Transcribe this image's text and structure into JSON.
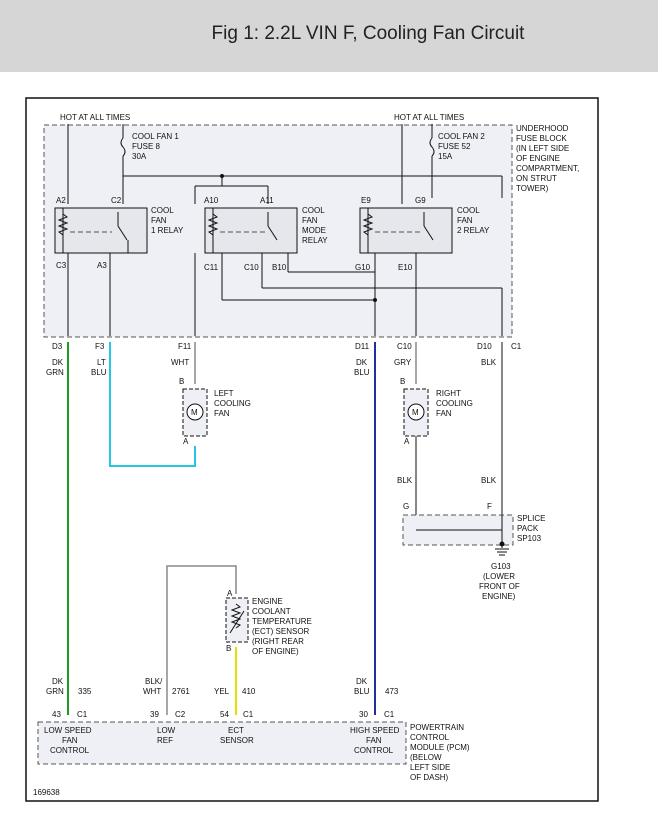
{
  "title": "Fig 1: 2.2L VIN F, Cooling Fan Circuit",
  "figure_number": "169638",
  "hot_labels": [
    "HOT AT ALL TIMES",
    "HOT AT ALL TIMES"
  ],
  "fuses": [
    {
      "lines": [
        "COOL FAN 1",
        "FUSE 8",
        "30A"
      ]
    },
    {
      "lines": [
        "COOL FAN 2",
        "FUSE 52",
        "15A"
      ]
    }
  ],
  "fuse_block_label": [
    "UNDERHOOD",
    "FUSE BLOCK",
    "(IN LEFT SIDE",
    "OF ENGINE",
    "COMPARTMENT,",
    "ON STRUT",
    "TOWER)"
  ],
  "relays": [
    {
      "lines": [
        "COOL",
        "FAN",
        "1 RELAY"
      ],
      "top_pins": [
        "A2",
        "C2"
      ],
      "bottom_pins": [
        "C3",
        "A3"
      ]
    },
    {
      "lines": [
        "COOL",
        "FAN",
        "MODE",
        "RELAY"
      ],
      "top_pins": [
        "A10",
        "A11"
      ],
      "bottom_pins": [
        "C11",
        "C10",
        "B10"
      ]
    },
    {
      "lines": [
        "COOL",
        "FAN",
        "2 RELAY"
      ],
      "top_pins": [
        "E9",
        "G9"
      ],
      "bottom_pins": [
        "G10",
        "E10"
      ]
    }
  ],
  "block_connectors": [
    "D3",
    "F3",
    "F11",
    "D11",
    "C10",
    "D10",
    "C1"
  ],
  "wire_colors": {
    "dk_grn": [
      "DK",
      "GRN"
    ],
    "lt_blu": [
      "LT",
      "BLU"
    ],
    "wht": "WHT",
    "dk_blu": [
      "DK",
      "BLU"
    ],
    "gry": "GRY",
    "blk": "BLK"
  },
  "left_fan": {
    "lines": [
      "LEFT",
      "COOLING",
      "FAN"
    ],
    "pin_top": "B",
    "pin_bottom": "A",
    "motor": "M"
  },
  "right_fan": {
    "lines": [
      "RIGHT",
      "COOLING",
      "FAN"
    ],
    "pin_top": "B",
    "pin_bottom": "A",
    "motor": "M"
  },
  "right_fan_wires": [
    "BLK",
    "BLK"
  ],
  "splice": {
    "lines": [
      "SPLICE",
      "PACK",
      "SP103"
    ],
    "pins": [
      "G",
      "F"
    ]
  },
  "ground": {
    "lines": [
      "G103",
      "(LOWER",
      "FRONT OF",
      "ENGINE)"
    ]
  },
  "ect_sensor": {
    "lines": [
      "ENGINE",
      "COOLANT",
      "TEMPERATURE",
      "(ECT) SENSOR",
      "(RIGHT REAR",
      "OF ENGINE)"
    ],
    "pin_top": "A",
    "pin_bottom": "B"
  },
  "pcm_wires": [
    {
      "color": [
        "DK",
        "GRN"
      ],
      "circuit": "335"
    },
    {
      "color": [
        "BLK/",
        "WHT"
      ],
      "circuit": "2761"
    },
    {
      "color": [
        "YEL"
      ],
      "circuit": "410"
    },
    {
      "color": [
        "DK",
        "BLU"
      ],
      "circuit": "473"
    }
  ],
  "pcm_pins": [
    {
      "pin": "43",
      "conn": "C1",
      "label": [
        "LOW SPEED",
        "FAN",
        "CONTROL"
      ]
    },
    {
      "pin": "39",
      "conn": "C2",
      "label": [
        "LOW",
        "REF"
      ]
    },
    {
      "pin": "54",
      "conn": "C1",
      "label": [
        "ECT",
        "SENSOR"
      ]
    },
    {
      "pin": "30",
      "conn": "C1",
      "label": [
        "HIGH SPEED",
        "FAN",
        "CONTROL"
      ]
    }
  ],
  "pcm_label": [
    "POWERTRAIN",
    "CONTROL",
    "MODULE (PCM)",
    "(BELOW",
    "LEFT SIDE",
    "OF DASH)"
  ],
  "colors": {
    "green": "#1f9a1f",
    "cyan": "#22c6e6",
    "blue": "#1f2f9e",
    "yellow": "#e6e000",
    "wire": "#111111",
    "gray_wire": "#888888"
  }
}
